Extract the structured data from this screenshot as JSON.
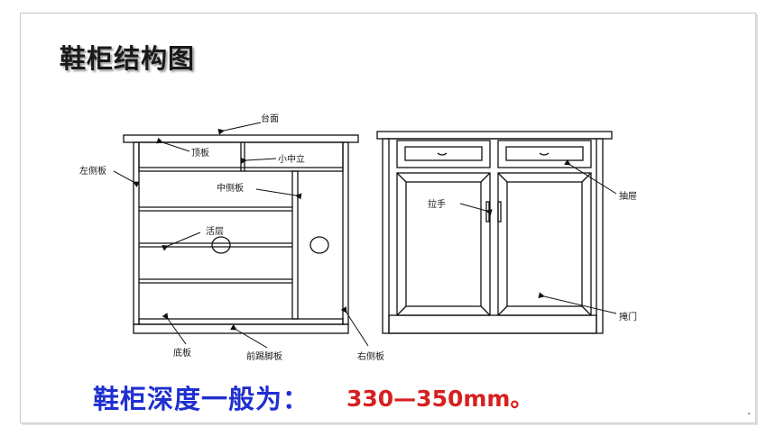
{
  "title": "鞋柜结构图",
  "labels": {
    "top_surface": "台面",
    "top_board": "顶板",
    "small_divider": "小中立",
    "left_side": "左侧板",
    "middle_side": "中侧板",
    "shelf": "活层",
    "bottom_board": "底板",
    "front_kickboard": "前踢脚板",
    "right_side": "右侧板",
    "handle": "拉手",
    "drawer": "抽屉",
    "door": "掩门"
  },
  "depth_label": "鞋柜深度一般为：",
  "depth_value": "330—350mm。"
}
